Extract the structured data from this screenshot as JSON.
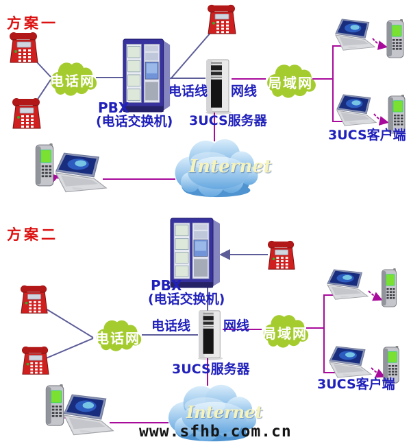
{
  "diagram": {
    "schemes": [
      {
        "title": "方案一"
      },
      {
        "title": "方案二"
      }
    ],
    "labels": {
      "pbx": "PBX",
      "pbx_sub": "(电话交换机)",
      "phone_line": "电话线",
      "net_line": "网线",
      "server": "3UCS服务器",
      "client": "3UCS客户端",
      "pstn_cloud": "电话网",
      "lan_cloud": "局域网",
      "internet": "Internet"
    },
    "watermark": "www.sfhb.com.cn",
    "colors": {
      "label_blue": "#2020bb",
      "title_red": "#dd1111",
      "line_slate": "#5c5c99",
      "line_magenta": "#a80a9b",
      "cloud_green": "#a5cc2f",
      "internet_text": "#f6f3bb"
    }
  }
}
